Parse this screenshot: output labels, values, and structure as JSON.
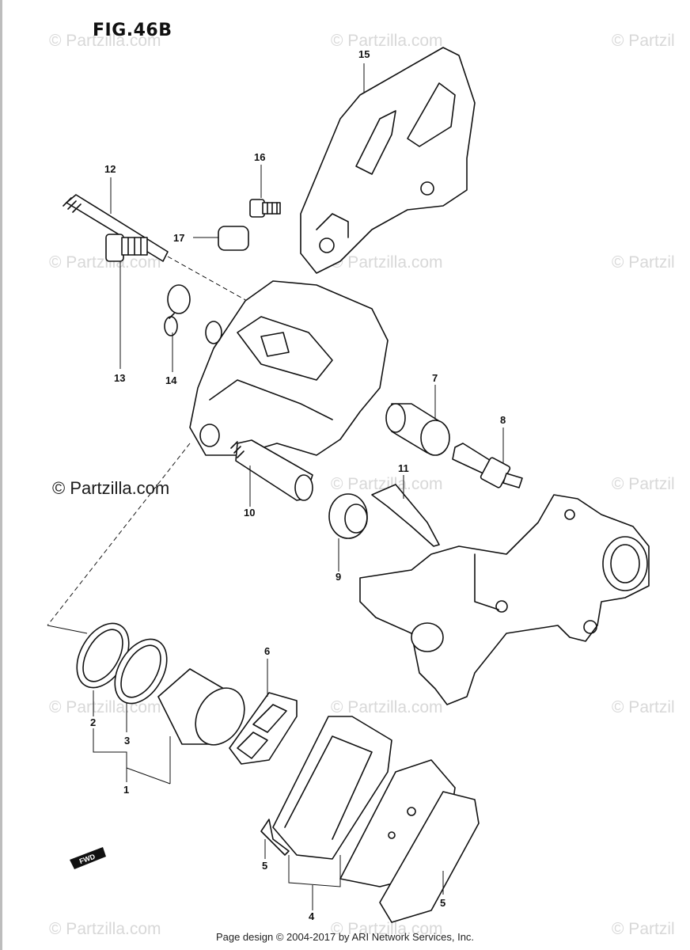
{
  "figure": {
    "title": "FIG.46B"
  },
  "watermarks": {
    "text": "© Partzilla.com",
    "text_cut": "© Partzil",
    "featured": "© Partzilla.com"
  },
  "footer": {
    "text": "Page design © 2004-2017 by ARI Network Services, Inc."
  },
  "callouts": {
    "c1": "1",
    "c2": "2",
    "c3": "3",
    "c4": "4",
    "c5a": "5",
    "c5b": "5",
    "c6": "6",
    "c7": "7",
    "c8": "8",
    "c9": "9",
    "c10": "10",
    "c11": "11",
    "c12": "12",
    "c13": "13",
    "c14": "14",
    "c15": "15",
    "c16": "16",
    "c17": "17"
  },
  "fwd_mark": "FWD"
}
